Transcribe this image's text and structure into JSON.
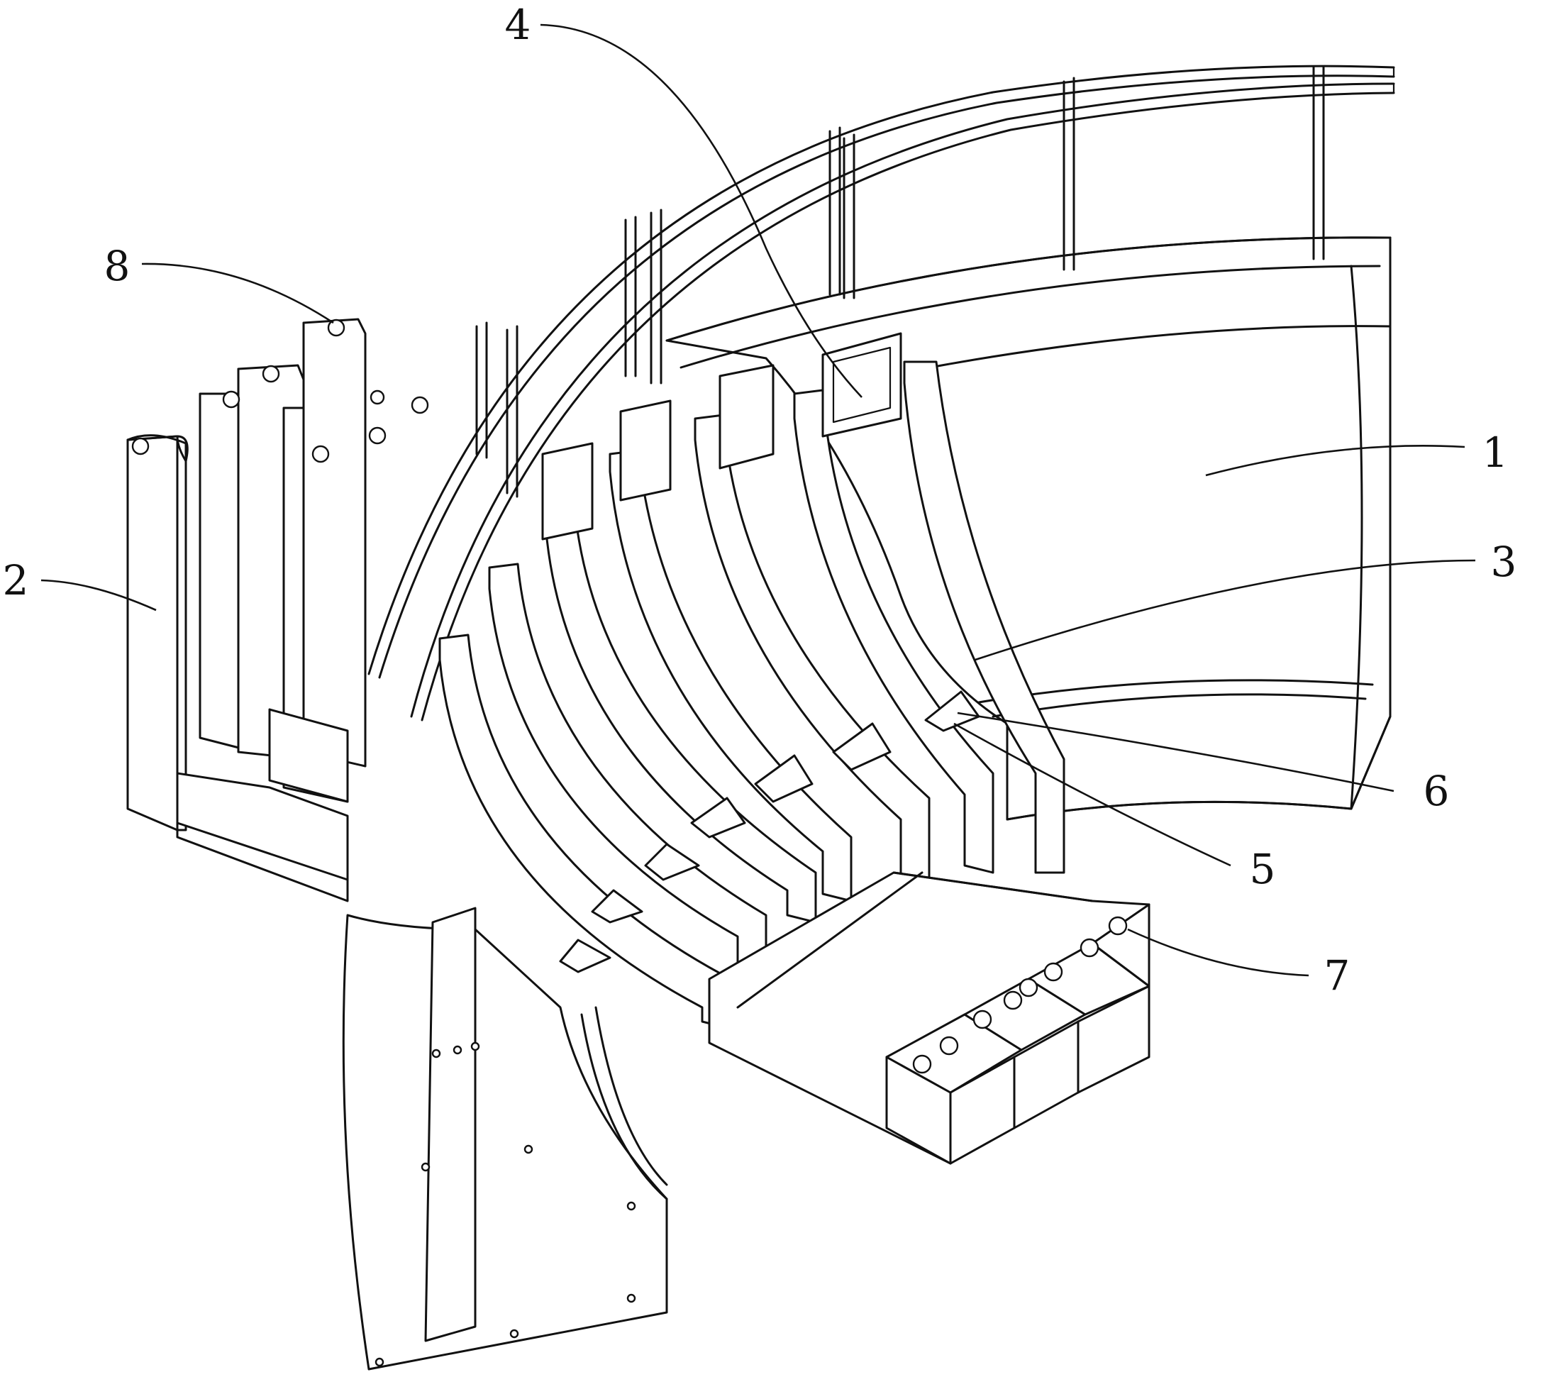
{
  "figure": {
    "callouts": [
      {
        "id": "1",
        "text": "1"
      },
      {
        "id": "2",
        "text": "2"
      },
      {
        "id": "3",
        "text": "3"
      },
      {
        "id": "4",
        "text": "4"
      },
      {
        "id": "5",
        "text": "5"
      },
      {
        "id": "6",
        "text": "6"
      },
      {
        "id": "7",
        "text": "7"
      },
      {
        "id": "8",
        "text": "8"
      }
    ],
    "line_color": "#111111",
    "background": "#ffffff"
  }
}
